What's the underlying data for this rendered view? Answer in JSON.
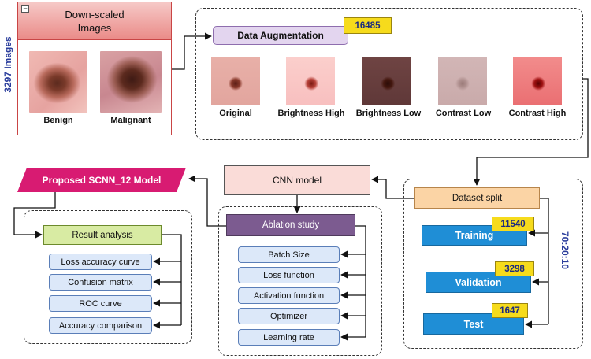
{
  "downscaled": {
    "title": "Down-scaled Images",
    "total_label": "3297 Images",
    "images": [
      {
        "label": "Benign"
      },
      {
        "label": "Malignant"
      }
    ]
  },
  "augmentation": {
    "title": "Data Augmentation",
    "count": "16485",
    "variants": [
      {
        "label": "Original"
      },
      {
        "label": "Brightness High"
      },
      {
        "label": "Brightness Low"
      },
      {
        "label": "Contrast Low"
      },
      {
        "label": "Contrast High"
      }
    ]
  },
  "cnn_model": {
    "label": "CNN model"
  },
  "proposed_model": {
    "label": "Proposed SCNN_12 Model"
  },
  "result_analysis": {
    "title": "Result analysis",
    "items": [
      "Loss accuracy curve",
      "Confusion matrix",
      "ROC curve",
      "Accuracy comparison"
    ]
  },
  "ablation": {
    "title": "Ablation study",
    "items": [
      "Batch Size",
      "Loss function",
      "Activation function",
      "Optimizer",
      "Learning rate"
    ]
  },
  "dataset_split": {
    "title": "Dataset split",
    "ratio": "70:20:10",
    "parts": [
      {
        "label": "Training",
        "count": "11540"
      },
      {
        "label": "Validation",
        "count": "3298"
      },
      {
        "label": "Test",
        "count": "1647"
      }
    ]
  },
  "colors": {
    "banner": "#d81b72",
    "split_items": "#1f8ed6",
    "count_badge": "#f6db1c",
    "ablation_header": "#7c5b90"
  }
}
